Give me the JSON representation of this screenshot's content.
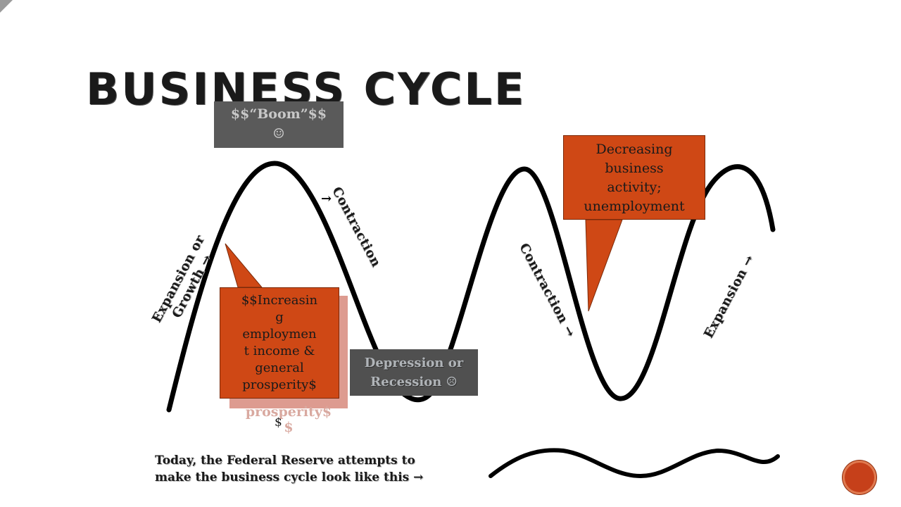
{
  "slide": {
    "title": "BUSINESS CYCLE",
    "accent_color": "#cf4815"
  },
  "boom_box": {
    "line1": "$$“Boom”$$",
    "emoji": "☺"
  },
  "depression_box": {
    "line1": "Depression or",
    "line2": "Recession ☹"
  },
  "callout_right": {
    "lines": [
      "Decreasing",
      "business",
      "activity;",
      "unemployment"
    ]
  },
  "callout_left": {
    "lines": [
      "$$Increasin",
      "g",
      "employmen",
      "t income &",
      "general",
      "prosperity$"
    ],
    "trailing": "$",
    "ghost_line1": "prosperity$",
    "ghost_line2": "$"
  },
  "labels": {
    "expansion_growth_line1": "Expansion or",
    "expansion_growth_line2": "Growth →",
    "contraction_arrow": "→",
    "contraction1": "Contraction",
    "contraction2": "Contraction →",
    "expansion": "Expansion →"
  },
  "footer": {
    "line1": "Today, the Federal Reserve attempts to",
    "line2": "make the business cycle look like this →"
  }
}
